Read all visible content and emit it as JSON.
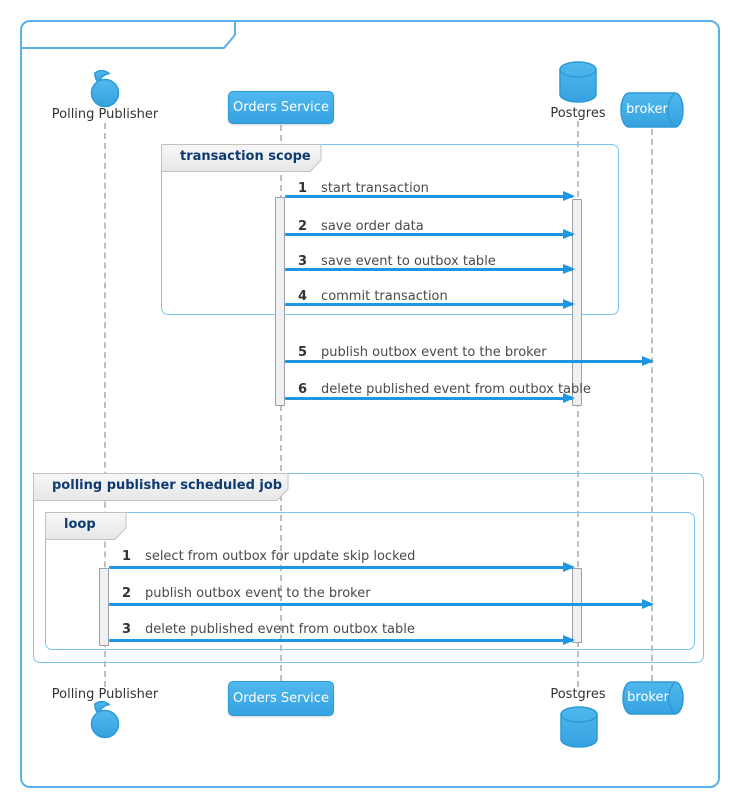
{
  "colors": {
    "frame-border": "#58b2e6",
    "inner-frame-border": "#7cc5f0",
    "arrow": "#1e96e4",
    "participant-top": "#50b8ee",
    "participant-bottom": "#35a2e0",
    "participant-border": "#2d9ad6",
    "participant-text": "#ffffff",
    "tab-bg-top": "#f7f7f7",
    "tab-bg-bottom": "#e7e7e7",
    "tab-border": "#c2c2c2",
    "tab-text": "#0d3a70",
    "lifeline": "#bcc0c3",
    "activation-bg": "#eef0f2",
    "activation-border": "#9ba1a6",
    "message-text": "#4a4a4a",
    "message-number": "#333333",
    "label-text": "#333333"
  },
  "participants": [
    {
      "name": "Polling Publisher",
      "kind": "control"
    },
    {
      "name": "Orders Service",
      "kind": "participant"
    },
    {
      "name": "Postgres",
      "kind": "database"
    },
    {
      "name": "broker",
      "kind": "queue"
    }
  ],
  "frames": {
    "transaction": {
      "label": "transaction scope"
    },
    "job": {
      "label": "polling publisher scheduled job"
    },
    "loop": {
      "label": "loop"
    }
  },
  "transaction_messages": [
    {
      "num": "1",
      "text": "start transaction",
      "from": "Orders Service",
      "to": "Postgres"
    },
    {
      "num": "2",
      "text": "save order data",
      "from": "Orders Service",
      "to": "Postgres"
    },
    {
      "num": "3",
      "text": "save event to outbox table",
      "from": "Orders Service",
      "to": "Postgres"
    },
    {
      "num": "4",
      "text": "commit transaction",
      "from": "Orders Service",
      "to": "Postgres"
    }
  ],
  "main_messages": [
    {
      "num": "5",
      "text": "publish outbox event to the broker",
      "from": "Orders Service",
      "to": "broker"
    },
    {
      "num": "6",
      "text": "delete published event from outbox table",
      "from": "Orders Service",
      "to": "Postgres"
    }
  ],
  "loop_messages": [
    {
      "num": "1",
      "text": "select from outbox for update skip locked",
      "from": "Polling Publisher",
      "to": "Postgres"
    },
    {
      "num": "2",
      "text": "publish outbox event to the broker",
      "from": "Polling Publisher",
      "to": "broker"
    },
    {
      "num": "3",
      "text": "delete published event from outbox table",
      "from": "Polling Publisher",
      "to": "Postgres"
    }
  ]
}
